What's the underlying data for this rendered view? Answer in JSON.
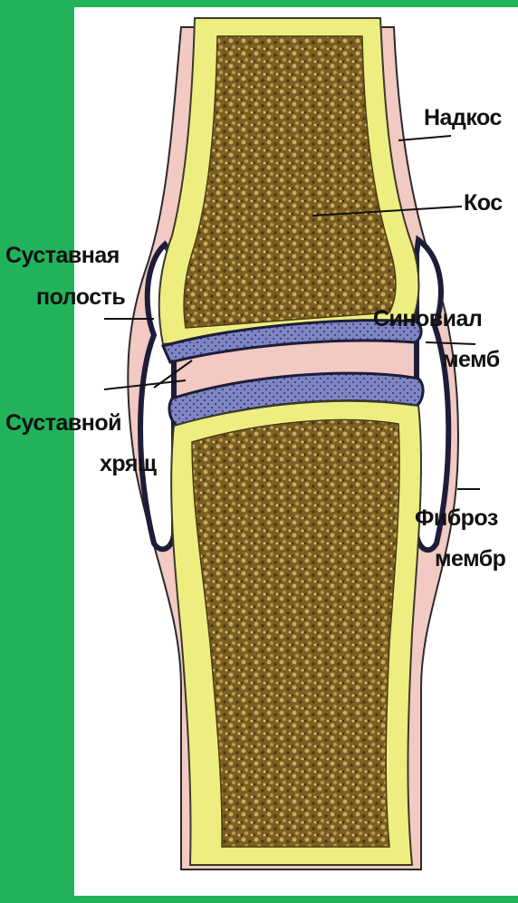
{
  "labels": {
    "periosteum": "Надкос",
    "bone": "Кос",
    "cavity_1": "Суставная",
    "cavity_2": "полость",
    "synovial_1": "Синовиал",
    "synovial_2": "мемб",
    "cartilage_1": "Суставной",
    "cartilage_2": "хрящ",
    "fibrous_1": "Фиброз",
    "fibrous_2": "мембр"
  },
  "colors": {
    "frame": "#22b35a",
    "background": "#ffffff",
    "periosteum": "#f2c9c3",
    "compact_bone": "#eeee80",
    "spongy_bone": "#8a6d2a",
    "cartilage": "#7f86c2",
    "outline": "#1d1d3a"
  }
}
